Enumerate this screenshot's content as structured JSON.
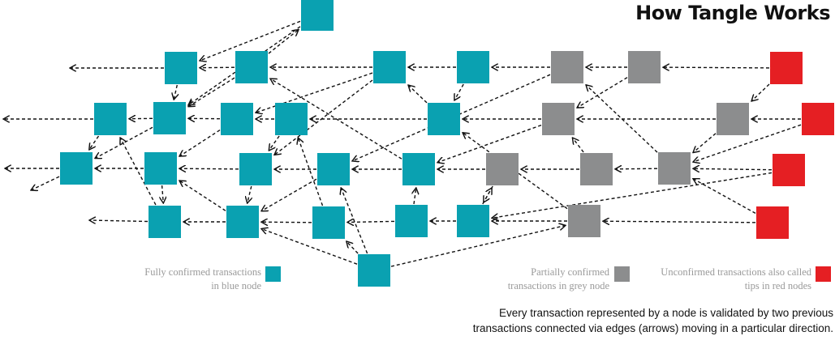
{
  "title": "How Tangle Works",
  "colors": {
    "confirmed": "#0aa1b1",
    "partial": "#8c8d8e",
    "tip": "#e51f23",
    "edge": "#111111"
  },
  "legend": {
    "confirmed": {
      "line1": "Fully confirmed transactions",
      "line2": "in blue node"
    },
    "partial": {
      "line1": "Partially confirmed",
      "line2": "transactions in grey node"
    },
    "tip": {
      "line1": "Unconfirmed transactions also called",
      "line2": "tips in red nodes"
    }
  },
  "caption": {
    "line1": "Every transaction represented by a node is validated by two previous",
    "line2": "transactions connected via edges (arrows) moving in a particular direction."
  },
  "nodes": [
    {
      "id": "b_top",
      "status": "confirmed"
    },
    {
      "id": "b1",
      "status": "confirmed"
    },
    {
      "id": "b2",
      "status": "confirmed"
    },
    {
      "id": "b3",
      "status": "confirmed"
    },
    {
      "id": "b4",
      "status": "confirmed"
    },
    {
      "id": "g1",
      "status": "partial"
    },
    {
      "id": "g2",
      "status": "partial"
    },
    {
      "id": "r1",
      "status": "tip"
    },
    {
      "id": "c1",
      "status": "confirmed"
    },
    {
      "id": "c2",
      "status": "confirmed"
    },
    {
      "id": "c3",
      "status": "confirmed"
    },
    {
      "id": "c4",
      "status": "confirmed"
    },
    {
      "id": "c5",
      "status": "confirmed"
    },
    {
      "id": "g3",
      "status": "partial"
    },
    {
      "id": "g4",
      "status": "partial"
    },
    {
      "id": "r2",
      "status": "tip"
    },
    {
      "id": "d1",
      "status": "confirmed"
    },
    {
      "id": "d2",
      "status": "confirmed"
    },
    {
      "id": "d3",
      "status": "confirmed"
    },
    {
      "id": "d4",
      "status": "confirmed"
    },
    {
      "id": "d5",
      "status": "confirmed"
    },
    {
      "id": "g5",
      "status": "partial"
    },
    {
      "id": "g6",
      "status": "partial"
    },
    {
      "id": "g7",
      "status": "partial"
    },
    {
      "id": "r3",
      "status": "tip"
    },
    {
      "id": "e1",
      "status": "confirmed"
    },
    {
      "id": "e2",
      "status": "confirmed"
    },
    {
      "id": "e3",
      "status": "confirmed"
    },
    {
      "id": "e4",
      "status": "confirmed"
    },
    {
      "id": "e5",
      "status": "confirmed"
    },
    {
      "id": "g8",
      "status": "partial"
    },
    {
      "id": "r4",
      "status": "tip"
    },
    {
      "id": "f1",
      "status": "confirmed"
    }
  ],
  "edges": [
    [
      "b_top",
      "b1"
    ],
    [
      "b_top",
      "c2"
    ],
    [
      "b2",
      "b_top"
    ],
    [
      "b1",
      "OUT_B"
    ],
    [
      "b1",
      "c2"
    ],
    [
      "b2",
      "b1"
    ],
    [
      "b2",
      "c2"
    ],
    [
      "b3",
      "b2"
    ],
    [
      "b3",
      "c3"
    ],
    [
      "b3",
      "d3"
    ],
    [
      "b4",
      "b3"
    ],
    [
      "b4",
      "c5"
    ],
    [
      "g1",
      "b4"
    ],
    [
      "g1",
      "d4"
    ],
    [
      "g2",
      "g1"
    ],
    [
      "g2",
      "g3"
    ],
    [
      "r1",
      "g2"
    ],
    [
      "r1",
      "g4"
    ],
    [
      "c1",
      "OUT_C"
    ],
    [
      "c1",
      "d1"
    ],
    [
      "c2",
      "c1"
    ],
    [
      "c2",
      "d1"
    ],
    [
      "c3",
      "c2"
    ],
    [
      "c3",
      "d2"
    ],
    [
      "c4",
      "c3"
    ],
    [
      "c4",
      "d3"
    ],
    [
      "c5",
      "c4"
    ],
    [
      "c5",
      "b3"
    ],
    [
      "g3",
      "c5"
    ],
    [
      "g3",
      "d5"
    ],
    [
      "g4",
      "g3"
    ],
    [
      "g4",
      "g7"
    ],
    [
      "r2",
      "g4"
    ],
    [
      "r2",
      "g7"
    ],
    [
      "d1",
      "OUT_D"
    ],
    [
      "d1",
      "OUT_D2"
    ],
    [
      "d2",
      "d1"
    ],
    [
      "d2",
      "e1"
    ],
    [
      "d3",
      "d2"
    ],
    [
      "d3",
      "e2"
    ],
    [
      "d4",
      "d3"
    ],
    [
      "d4",
      "e2"
    ],
    [
      "d5",
      "d4"
    ],
    [
      "d5",
      "b2"
    ],
    [
      "g5",
      "d5"
    ],
    [
      "g5",
      "e5"
    ],
    [
      "g6",
      "g5"
    ],
    [
      "g6",
      "g3"
    ],
    [
      "g7",
      "g6"
    ],
    [
      "g7",
      "g1"
    ],
    [
      "r3",
      "g7"
    ],
    [
      "r3",
      "e5"
    ],
    [
      "e1",
      "OUT_E"
    ],
    [
      "e1",
      "c1"
    ],
    [
      "e2",
      "e1"
    ],
    [
      "e2",
      "d2"
    ],
    [
      "e3",
      "e2"
    ],
    [
      "e3",
      "c4"
    ],
    [
      "e4",
      "e3"
    ],
    [
      "e4",
      "d5"
    ],
    [
      "e5",
      "e4"
    ],
    [
      "e5",
      "g5"
    ],
    [
      "g8",
      "e5"
    ],
    [
      "g8",
      "c5"
    ],
    [
      "r4",
      "g8"
    ],
    [
      "r4",
      "g7"
    ],
    [
      "f1",
      "e2"
    ],
    [
      "f1",
      "e3"
    ],
    [
      "f1",
      "d4"
    ],
    [
      "f1",
      "g8"
    ]
  ]
}
